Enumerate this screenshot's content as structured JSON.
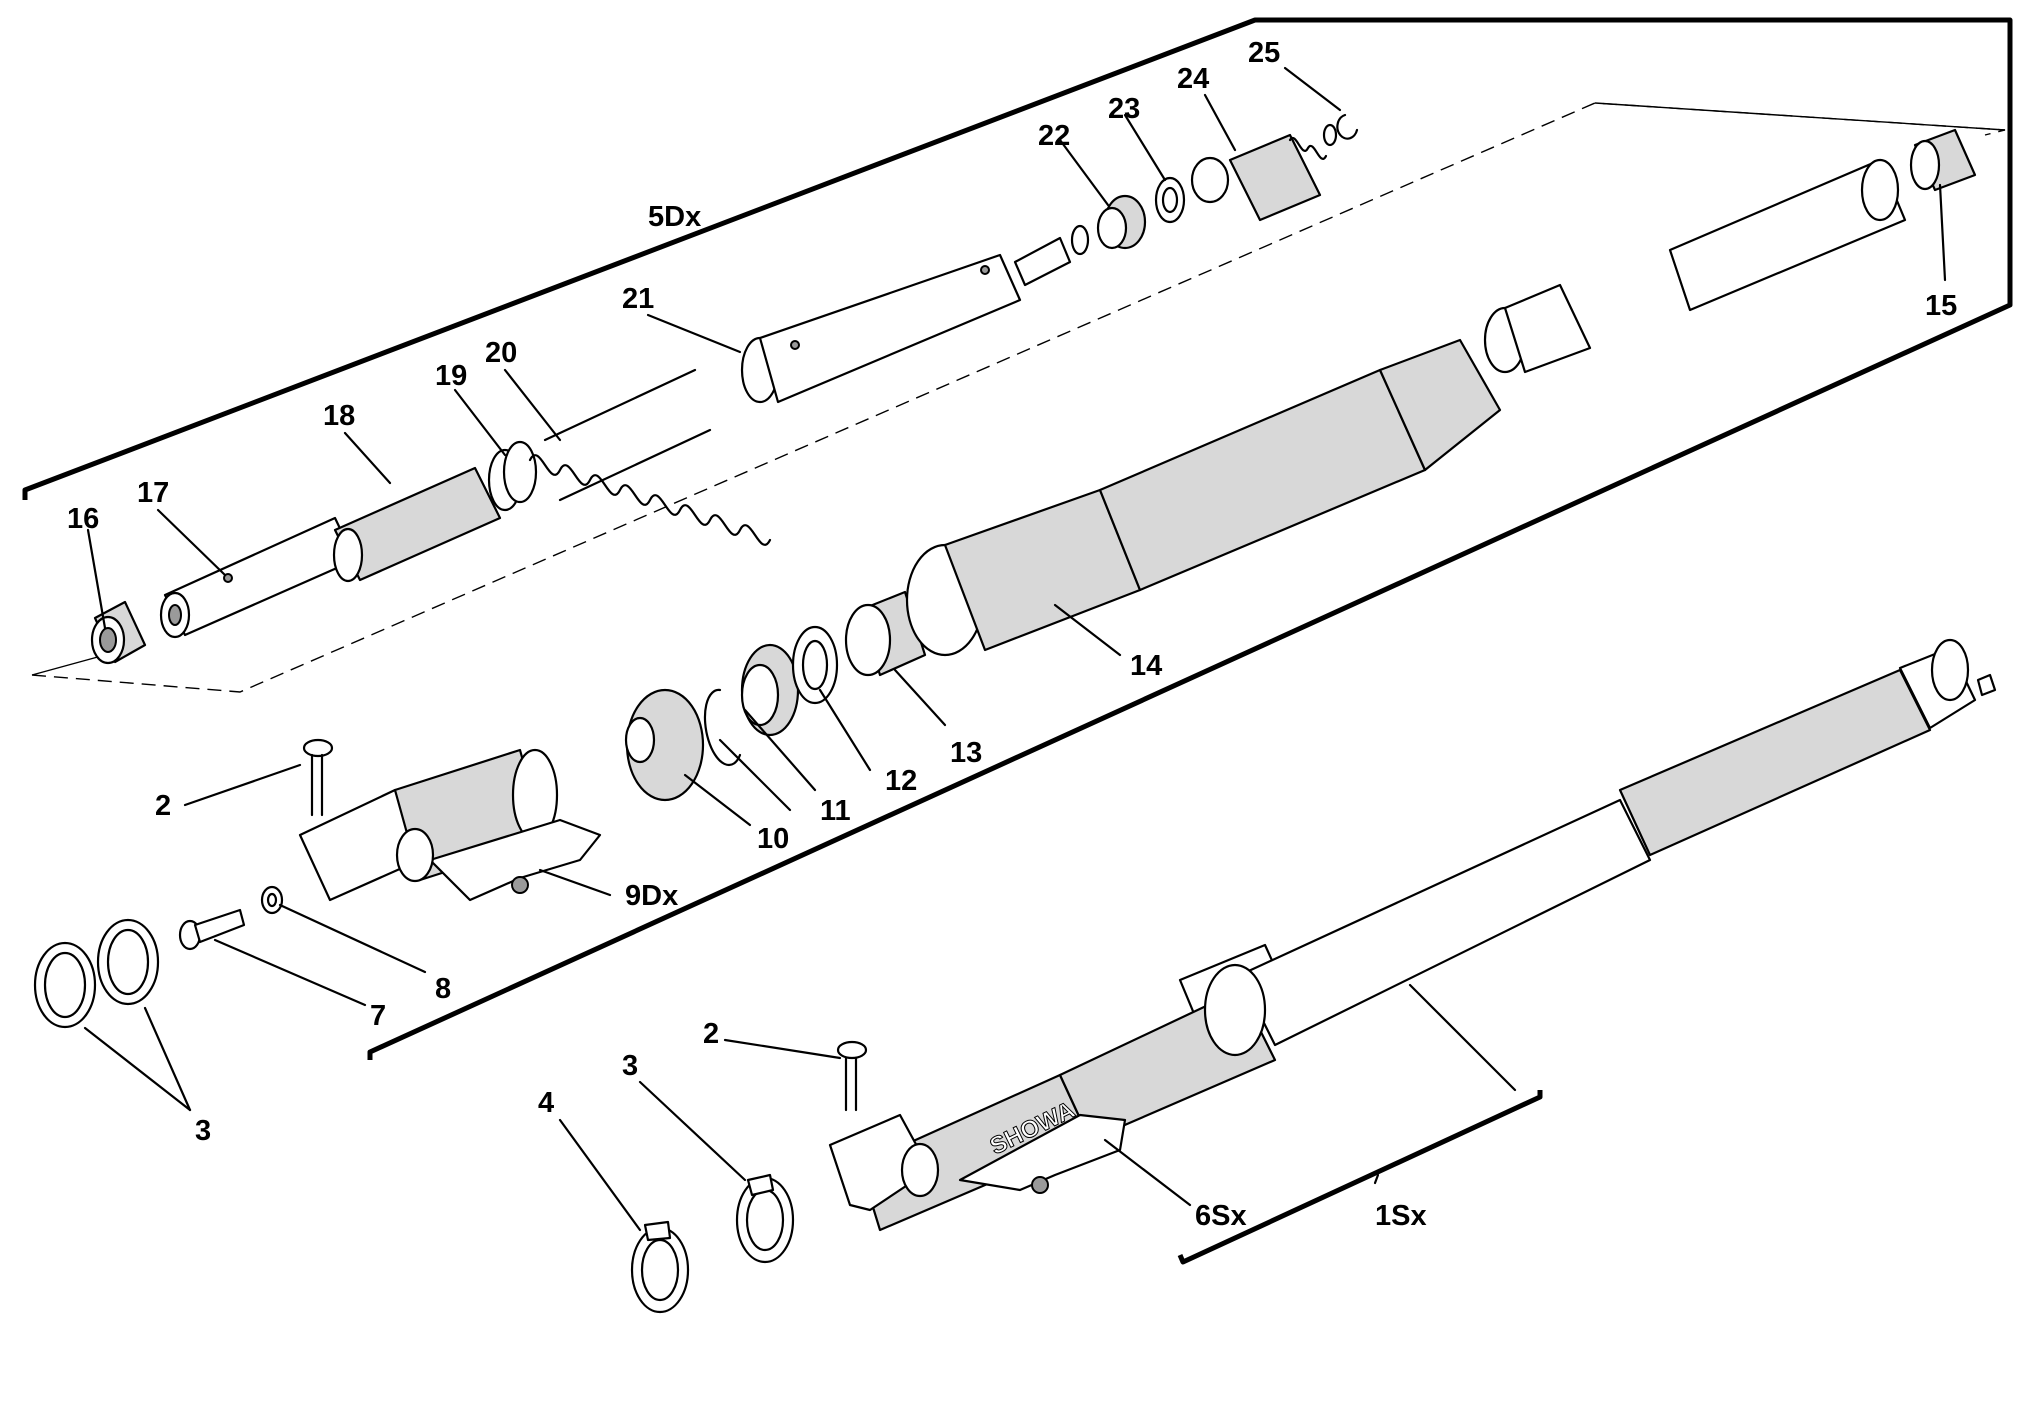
{
  "labels": {
    "l1": "1Sx",
    "l2a": "2",
    "l2b": "2",
    "l3a": "3",
    "l3b": "3",
    "l4": "4",
    "l5": "5Dx",
    "l6": "6Sx",
    "l7": "7",
    "l8": "8",
    "l9": "9Dx",
    "l10": "10",
    "l11": "11",
    "l12": "12",
    "l13": "13",
    "l14": "14",
    "l15": "15",
    "l16": "16",
    "l17": "17",
    "l18": "18",
    "l19": "19",
    "l20": "20",
    "l21": "21",
    "l22": "22",
    "l23": "23",
    "l24": "24",
    "l25": "25"
  },
  "brand_text": "SHOWA"
}
